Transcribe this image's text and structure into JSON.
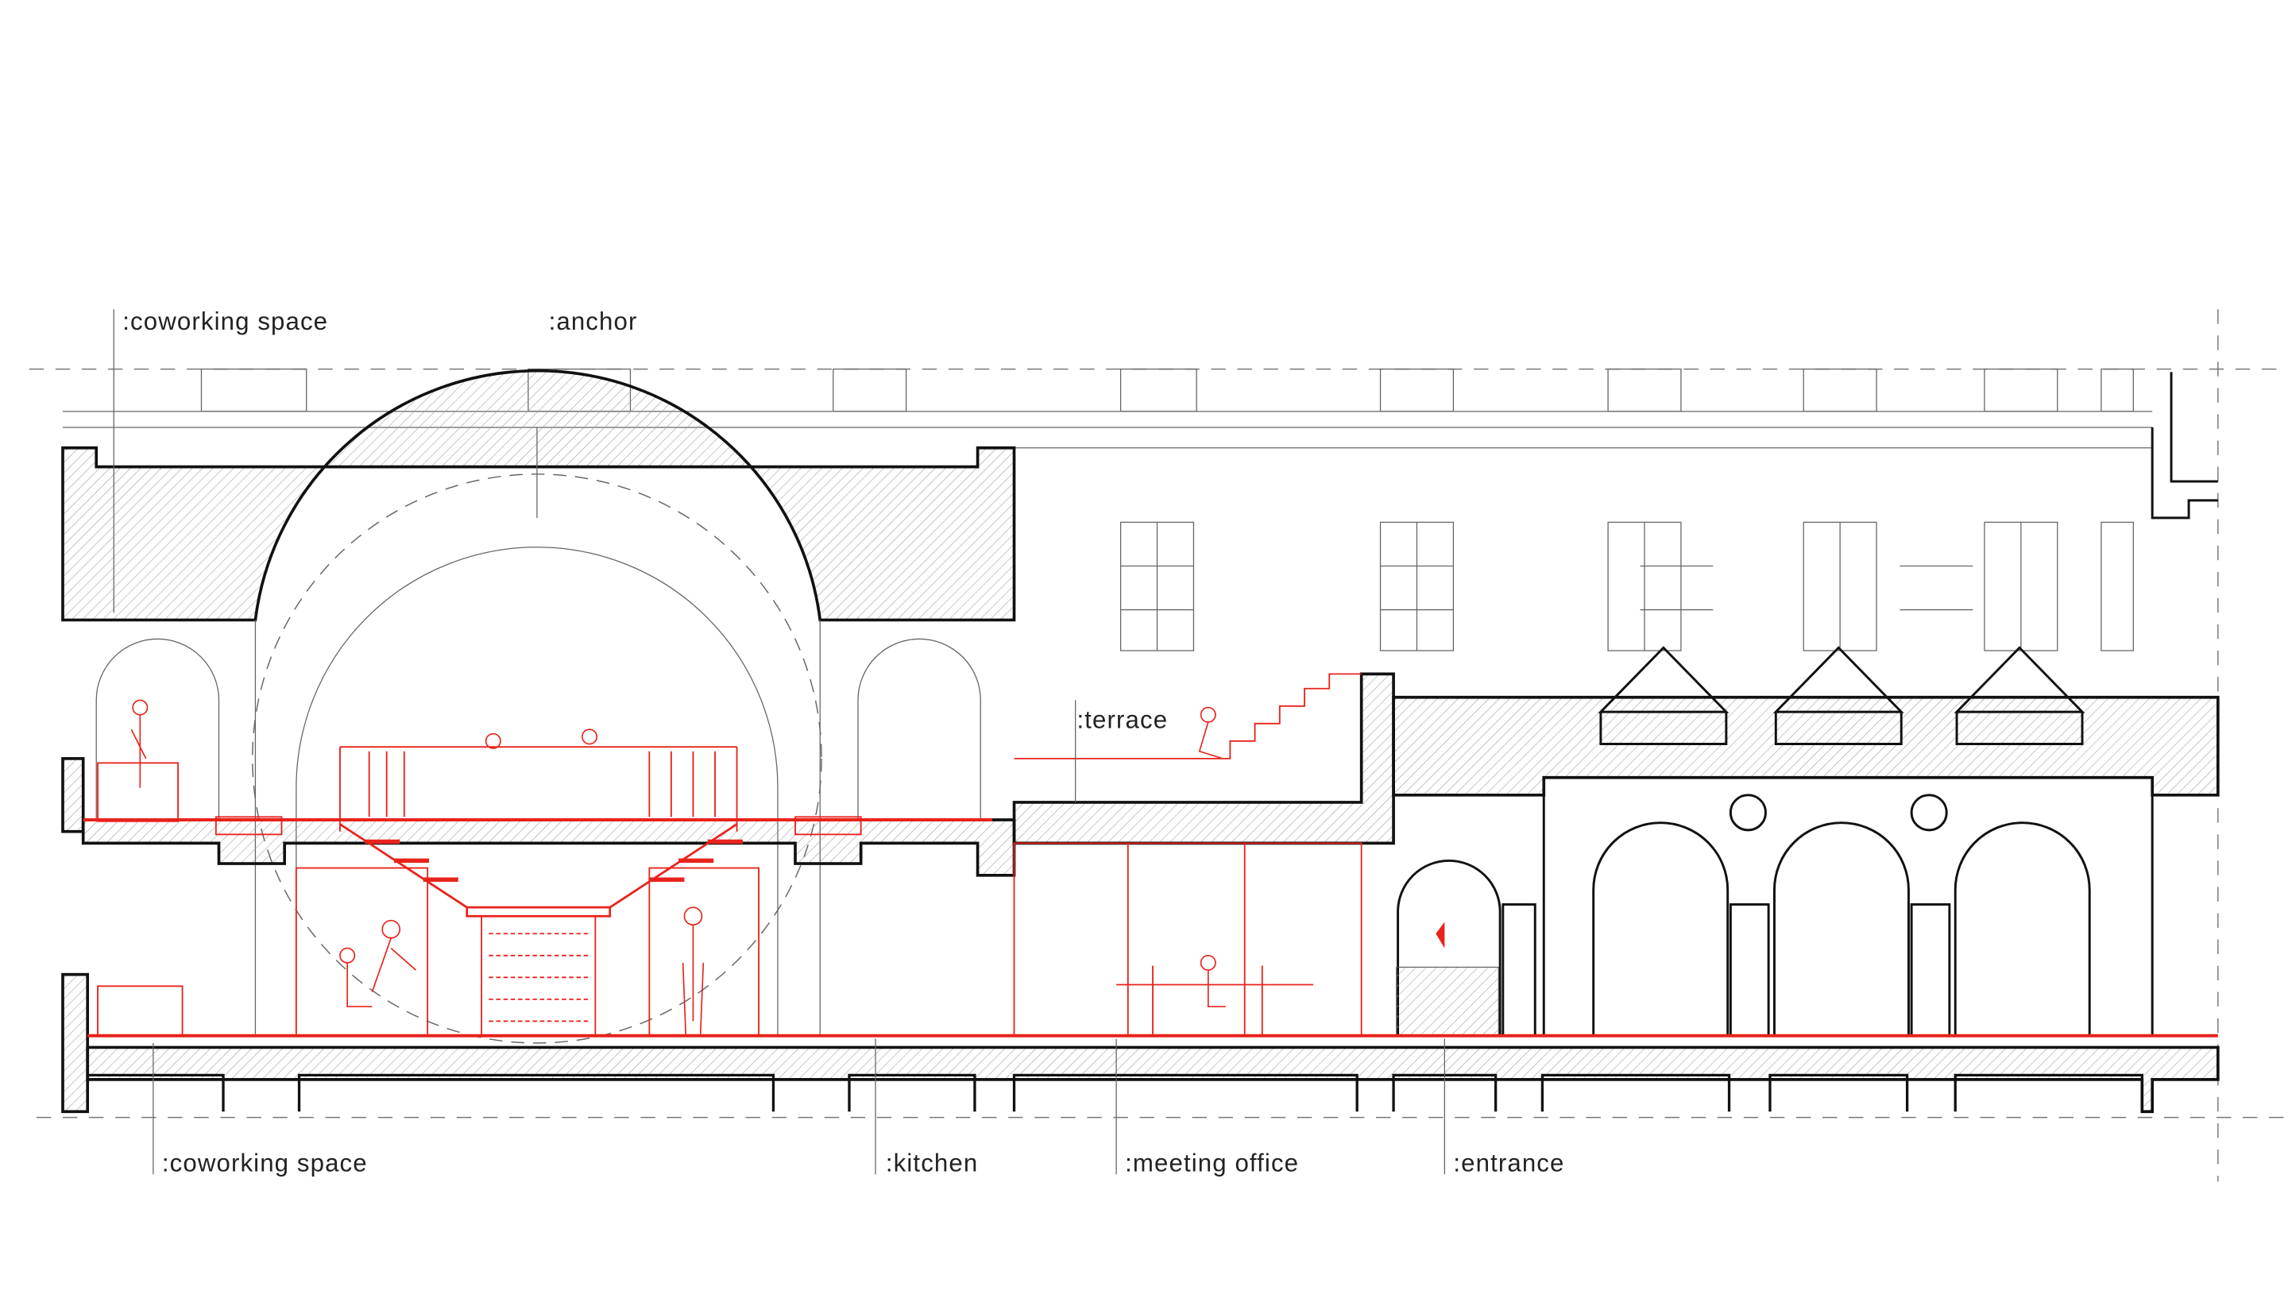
{
  "drawing": {
    "title": "Building section",
    "labels": {
      "top_left": ":coworking space",
      "top_center": ":anchor",
      "terrace": ":terrace",
      "bottom_left": ":coworking space",
      "kitchen": ":kitchen",
      "meeting": ":meeting office",
      "entrance": ":entrance"
    },
    "colors": {
      "linework": "#111111",
      "intervention": "#e8231c",
      "hatch": "#9a9a9a",
      "background": "#ffffff"
    }
  }
}
